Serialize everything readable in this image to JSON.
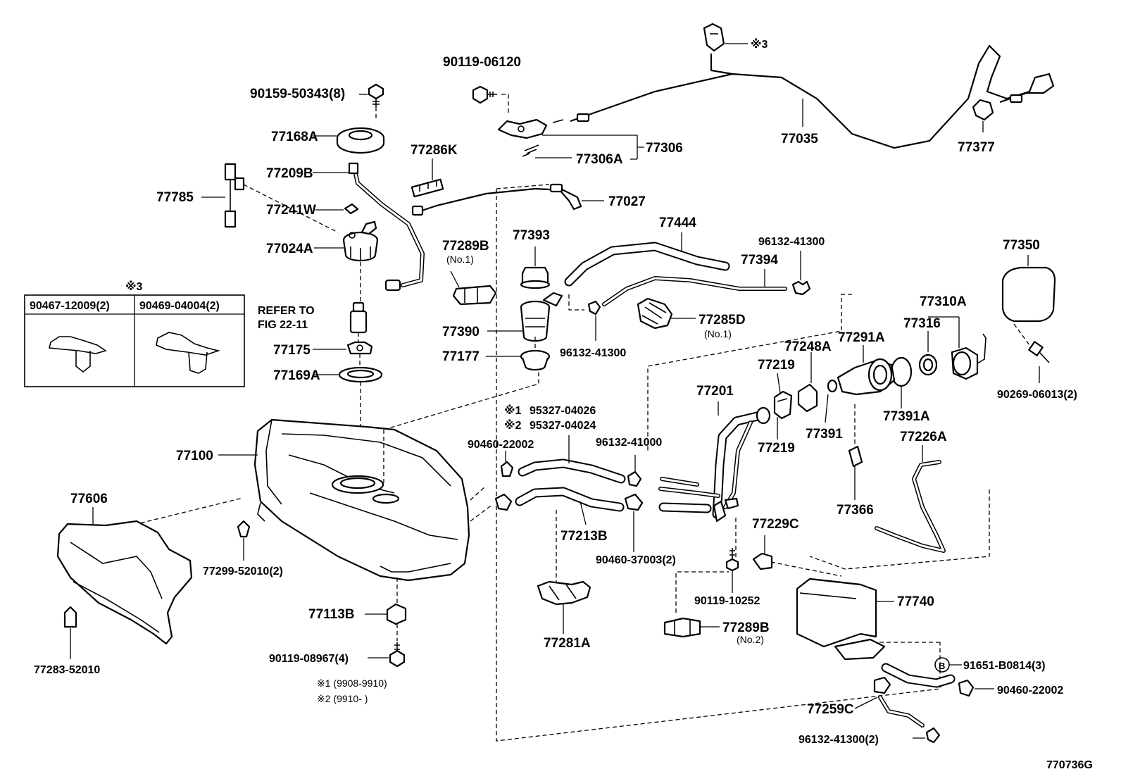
{
  "diagram_id": "770736G",
  "labels": {
    "p90119_06120": "90119-06120",
    "p90159_50343": "90159-50343(8)",
    "p77168A": "77168A",
    "p77286K": "77286K",
    "p77209B": "77209B",
    "p77785": "77785",
    "p77241W": "77241W",
    "p77024A": "77024A",
    "p77306": "77306",
    "p77306A": "77306A",
    "p77027": "77027",
    "p77035": "77035",
    "p77377": "77377",
    "p77393": "77393",
    "p77289B_1": "77289B",
    "p77289B_1_note": "(No.1)",
    "p77444": "77444",
    "p96132_41300_a": "96132-41300",
    "p77394": "77394",
    "p77350": "77350",
    "p77390": "77390",
    "p77285D": "77285D",
    "p77285D_note": "(No.1)",
    "p77310A": "77310A",
    "p77316": "77316",
    "p96132_41300_b": "96132-41300",
    "p77248A": "77248A",
    "p77291A": "77291A",
    "p77177": "77177",
    "p77175": "77175",
    "p77169A": "77169A",
    "p77219_a": "77219",
    "p77201": "77201",
    "p77391A": "77391A",
    "p90269_06013": "90269-06013(2)",
    "p77391": "77391",
    "p77219_b": "77219",
    "p95327_04026": "95327-04026",
    "p95327_04024": "95327-04024",
    "mark1": "※1",
    "mark2": "※2",
    "p90460_22002_a": "90460-22002",
    "p96132_41000": "96132-41000",
    "p77226A": "77226A",
    "p77100": "77100",
    "p77606": "77606",
    "p77366": "77366",
    "p77229C": "77229C",
    "p77213B": "77213B",
    "p90460_37003": "90460-37003(2)",
    "p77299_52010": "77299-52010(2)",
    "p90119_10252": "90119-10252",
    "p77740": "77740",
    "p77113B": "77113B",
    "p77289B_2": "77289B",
    "p77289B_2_note": "(No.2)",
    "p77283_52010": "77283-52010",
    "p77281A": "77281A",
    "p90119_08967": "90119-08967(4)",
    "p91651_B0814": "91651-B0814(3)",
    "p90460_22002_b": "90460-22002",
    "p77259C": "77259C",
    "p96132_41300_2": "96132-41300(2)",
    "refer_line1": "REFER TO",
    "refer_line2": "FIG 22-11",
    "note3_marker": "※3",
    "inset_title": "※3",
    "inset_col1": "90467-12009(2)",
    "inset_col2": "90469-04004(2)",
    "foot1": "※1 (9908-9910)",
    "foot2": "※2 (9910-         )",
    "circle_b": "B"
  }
}
